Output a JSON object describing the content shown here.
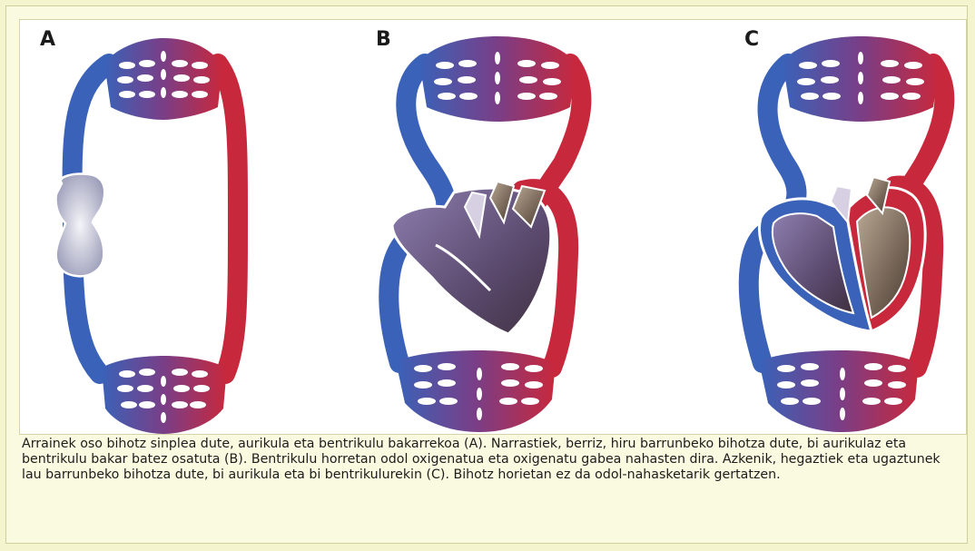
{
  "figure": {
    "labels": [
      "A",
      "B",
      "C"
    ],
    "caption": "Arrainek oso bihotz sinplea dute, aurikula eta bentrikulu bakarrekoa (A). Narrastiek, berriz, hiru barrunbeko bihotza dute, bi aurikulaz eta bentrikulu bakar batez osatuta (B). Bentrikulu horretan odol oxigenatua eta oxigenatu gabea nahasten dira. Azkenik, hegaztiek eta ugaztunek lau barrunbeko bihotza dute, bi aurikula eta bi bentrikulurekin (C). Bihotz horietan ez da odol-nahasketarik gertatzen."
  },
  "colors": {
    "vein": "#3a62b8",
    "artery": "#c8283c",
    "mix": "#7a3e86",
    "heart": "#8a7fa6",
    "caption_bg": "#fafae0"
  }
}
